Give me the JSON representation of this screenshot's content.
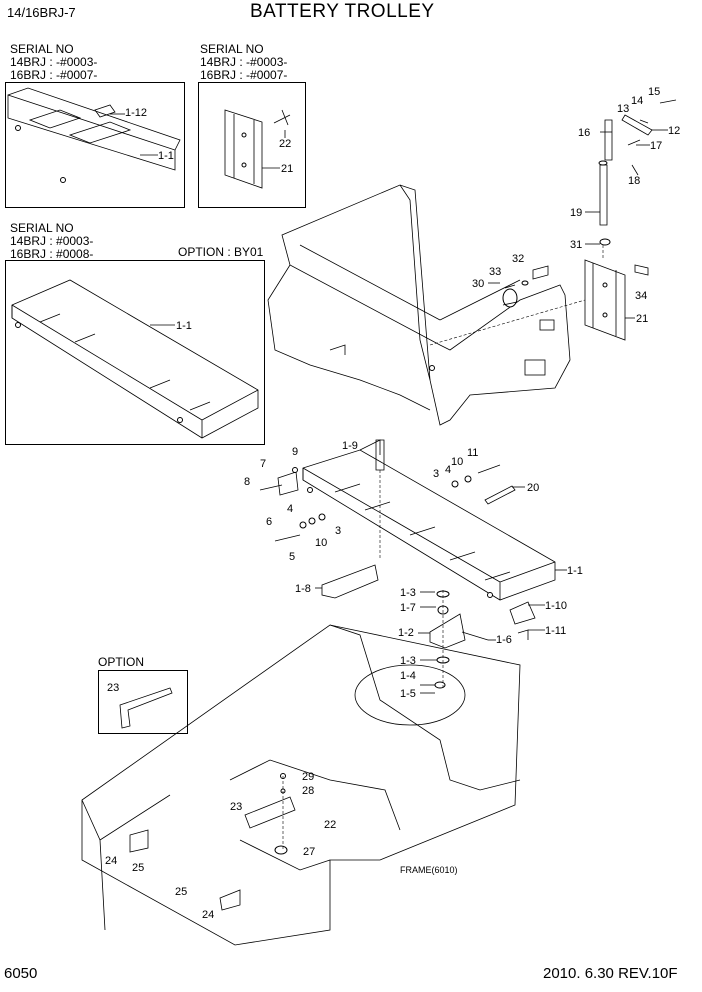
{
  "header": {
    "model": "14/16BRJ-7",
    "title": "BATTERY TROLLEY"
  },
  "footer": {
    "page_no": "6050",
    "revision": "2010. 6.30  REV.10F"
  },
  "boxes": {
    "box1": {
      "title": "SERIAL NO",
      "line1": "14BRJ : -#0003-",
      "line2": "16BRJ : -#0007-"
    },
    "box2": {
      "title": "SERIAL NO",
      "line1": "14BRJ : -#0003-",
      "line2": "16BRJ : -#0007-"
    },
    "box3": {
      "title": "SERIAL NO",
      "line1": "14BRJ : #0003-",
      "line2": "16BRJ : #0008-",
      "option": "OPTION : BY01"
    },
    "option_box": {
      "title": "OPTION"
    }
  },
  "frame_label": "FRAME(6010)",
  "callouts": [
    {
      "id": "c-1-12",
      "text": "1-12"
    },
    {
      "id": "c-1-1a",
      "text": "1-1"
    },
    {
      "id": "c-22a",
      "text": "22"
    },
    {
      "id": "c-21a",
      "text": "21"
    },
    {
      "id": "c-1-1b",
      "text": "1-1"
    },
    {
      "id": "c-15",
      "text": "15"
    },
    {
      "id": "c-14",
      "text": "14"
    },
    {
      "id": "c-13",
      "text": "13"
    },
    {
      "id": "c-12",
      "text": "12"
    },
    {
      "id": "c-16",
      "text": "16"
    },
    {
      "id": "c-17",
      "text": "17"
    },
    {
      "id": "c-18",
      "text": "18"
    },
    {
      "id": "c-19",
      "text": "19"
    },
    {
      "id": "c-31",
      "text": "31"
    },
    {
      "id": "c-32",
      "text": "32"
    },
    {
      "id": "c-33",
      "text": "33"
    },
    {
      "id": "c-30",
      "text": "30"
    },
    {
      "id": "c-34",
      "text": "34"
    },
    {
      "id": "c-21b",
      "text": "21"
    },
    {
      "id": "c-1-9",
      "text": "1-9"
    },
    {
      "id": "c-9",
      "text": "9"
    },
    {
      "id": "c-7",
      "text": "7"
    },
    {
      "id": "c-8",
      "text": "8"
    },
    {
      "id": "c-11",
      "text": "11"
    },
    {
      "id": "c-10a",
      "text": "10"
    },
    {
      "id": "c-4a",
      "text": "4"
    },
    {
      "id": "c-3a",
      "text": "3"
    },
    {
      "id": "c-20",
      "text": "20"
    },
    {
      "id": "c-4b",
      "text": "4"
    },
    {
      "id": "c-6",
      "text": "6"
    },
    {
      "id": "c-3b",
      "text": "3"
    },
    {
      "id": "c-10b",
      "text": "10"
    },
    {
      "id": "c-5",
      "text": "5"
    },
    {
      "id": "c-1-1c",
      "text": "1-1"
    },
    {
      "id": "c-1-8",
      "text": "1-8"
    },
    {
      "id": "c-1-3a",
      "text": "1-3"
    },
    {
      "id": "c-1-10",
      "text": "1-10"
    },
    {
      "id": "c-1-7",
      "text": "1-7"
    },
    {
      "id": "c-1-11",
      "text": "1-11"
    },
    {
      "id": "c-1-2",
      "text": "1-2"
    },
    {
      "id": "c-1-6",
      "text": "1-6"
    },
    {
      "id": "c-1-3b",
      "text": "1-3"
    },
    {
      "id": "c-1-4",
      "text": "1-4"
    },
    {
      "id": "c-1-5",
      "text": "1-5"
    },
    {
      "id": "c-23a",
      "text": "23"
    },
    {
      "id": "c-29",
      "text": "29"
    },
    {
      "id": "c-28",
      "text": "28"
    },
    {
      "id": "c-23b",
      "text": "23"
    },
    {
      "id": "c-22b",
      "text": "22"
    },
    {
      "id": "c-24a",
      "text": "24"
    },
    {
      "id": "c-25a",
      "text": "25"
    },
    {
      "id": "c-27",
      "text": "27"
    },
    {
      "id": "c-25b",
      "text": "25"
    },
    {
      "id": "c-24b",
      "text": "24"
    }
  ]
}
